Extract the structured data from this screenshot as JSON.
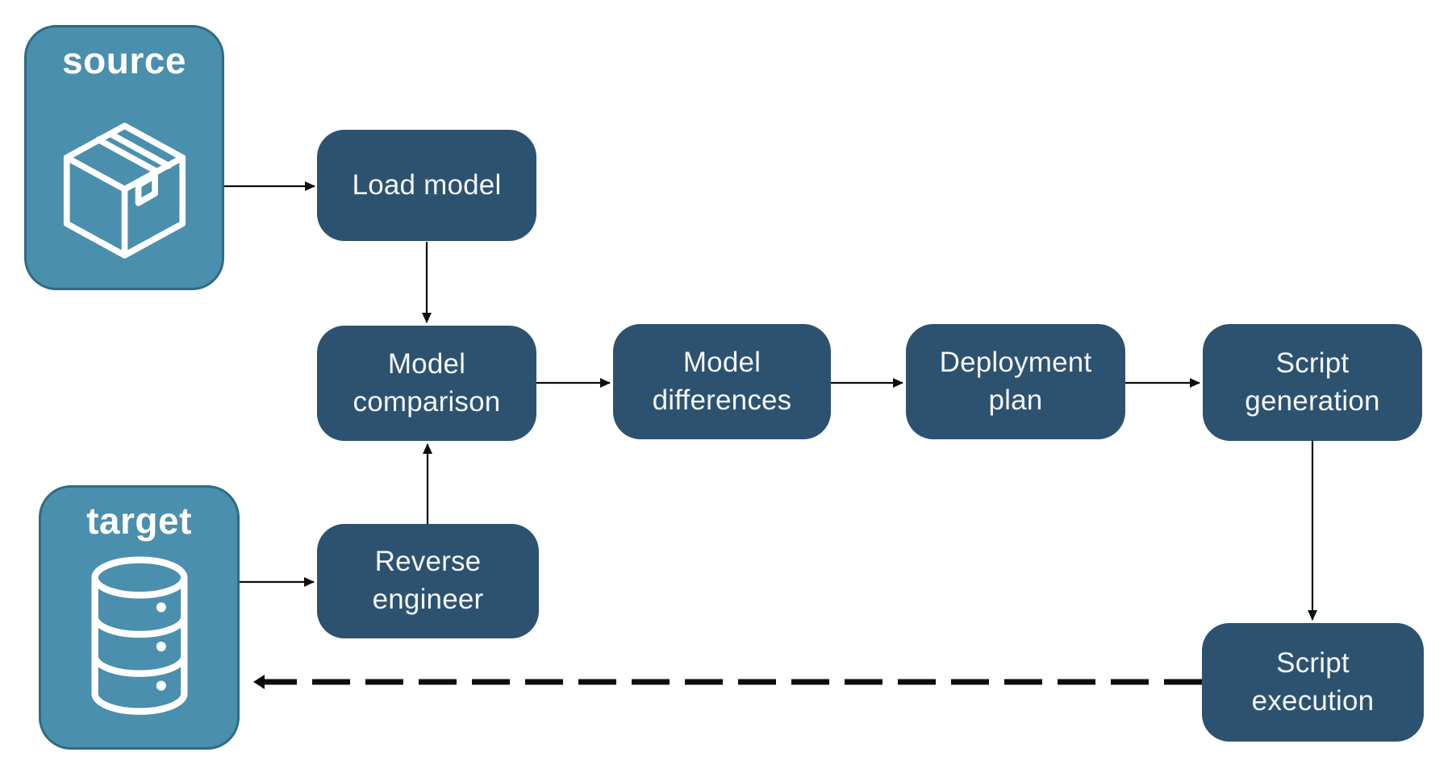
{
  "diagram": {
    "title_hint": "model deployment flow",
    "source": {
      "label": "source",
      "icon": "package-icon"
    },
    "target": {
      "label": "target",
      "icon": "database-icon"
    },
    "nodes": {
      "load_model": {
        "label": "Load model"
      },
      "model_comparison": {
        "label": "Model comparison"
      },
      "model_differences": {
        "label": "Model differences"
      },
      "deployment_plan": {
        "label": "Deployment plan"
      },
      "script_generation": {
        "label": "Script generation"
      },
      "reverse_engineer": {
        "label": "Reverse engineer"
      },
      "script_execution": {
        "label": "Script execution"
      }
    },
    "edges": [
      {
        "from": "source",
        "to": "load_model",
        "style": "solid"
      },
      {
        "from": "load_model",
        "to": "model_comparison",
        "style": "solid"
      },
      {
        "from": "model_comparison",
        "to": "model_differences",
        "style": "solid"
      },
      {
        "from": "model_differences",
        "to": "deployment_plan",
        "style": "solid"
      },
      {
        "from": "deployment_plan",
        "to": "script_generation",
        "style": "solid"
      },
      {
        "from": "script_generation",
        "to": "script_execution",
        "style": "solid"
      },
      {
        "from": "target",
        "to": "reverse_engineer",
        "style": "solid"
      },
      {
        "from": "reverse_engineer",
        "to": "model_comparison",
        "style": "solid"
      },
      {
        "from": "script_execution",
        "to": "target",
        "style": "dashed"
      }
    ]
  },
  "colors": {
    "background": "#ffffff",
    "node_fill": "#2d5270",
    "node_text": "#f4f7fa",
    "entity_fill": "#4a8fad",
    "entity_border": "#2e6b85",
    "entity_text": "#ffffff",
    "arrow": "#0d0d0d"
  }
}
